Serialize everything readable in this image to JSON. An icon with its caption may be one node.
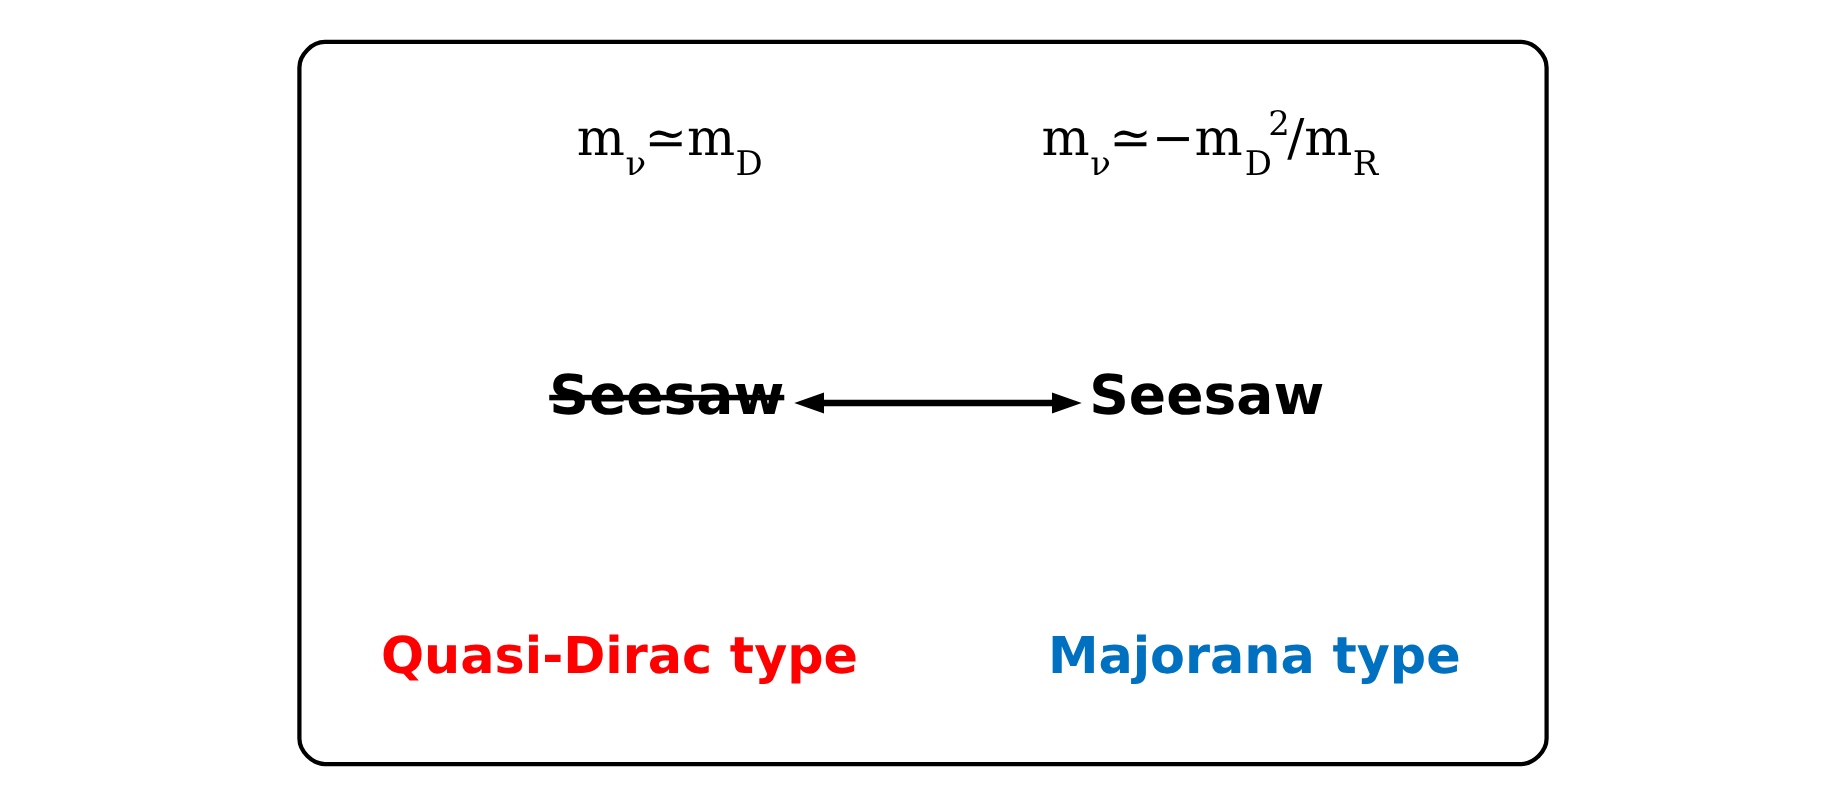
{
  "diagram": {
    "nodes": [
      {
        "text": [],
        "shape": "box"
      },
      {
        "text": [
          "Seesaw"
        ],
        "in": 0
      },
      {
        "text": [
          "Seesaw"
        ],
        "in": 0
      }
    ],
    "edges": [
      {
        "from": 1,
        "to": 2,
        "arrow": "both"
      }
    ],
    "labels": [
      "m$_{ν}$≃m$_{D}$",
      "m$_{ν}$≃−m$_{D}$$^{2}$/m$_{R}$",
      "Quasi-Dirac type",
      "Majorana type"
    ]
  }
}
